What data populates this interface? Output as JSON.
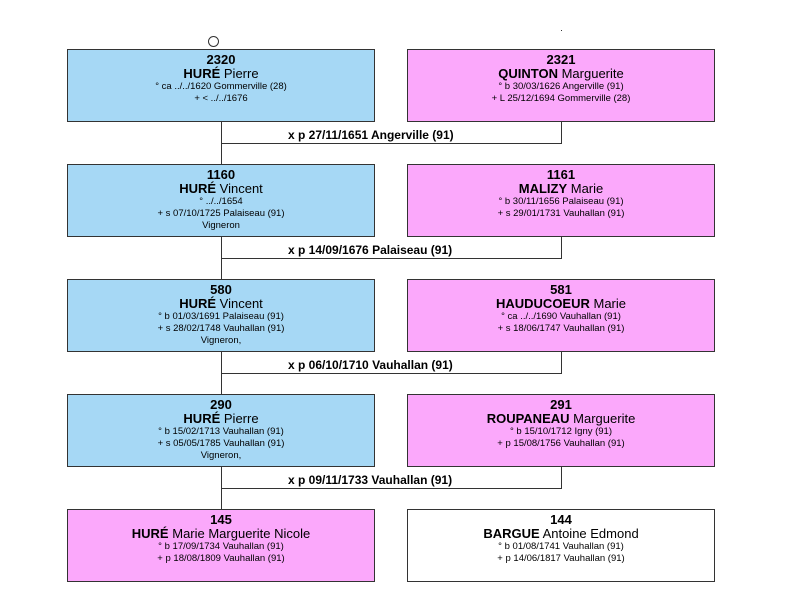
{
  "generations": [
    {
      "left": {
        "number": "2320",
        "surname": "HURÉ",
        "given": "Pierre",
        "lines": [
          "° ca ../../1620 Gommerville (28)",
          "+ < ../../1676"
        ]
      },
      "right": {
        "number": "2321",
        "surname": "QUINTON",
        "given": "Marguerite",
        "lines": [
          "° b 30/03/1626 Angerville (91)",
          "+ L 25/12/1694 Gommerville (28)"
        ]
      },
      "marriage": "x p 27/11/1651 Angerville (91)"
    },
    {
      "left": {
        "number": "1160",
        "surname": "HURÉ",
        "given": "Vincent",
        "lines": [
          "° ../../1654",
          "+ s 07/10/1725 Palaiseau (91)",
          "Vigneron"
        ]
      },
      "right": {
        "number": "1161",
        "surname": "MALIZY",
        "given": "Marie",
        "lines": [
          "° b 30/11/1656 Palaiseau (91)",
          "+ s 29/01/1731 Vauhallan (91)"
        ]
      },
      "marriage": "x p 14/09/1676 Palaiseau (91)"
    },
    {
      "left": {
        "number": "580",
        "surname": "HURÉ",
        "given": "Vincent",
        "lines": [
          "° b 01/03/1691 Palaiseau (91)",
          "+ s 28/02/1748 Vauhallan (91)",
          "Vigneron,"
        ]
      },
      "right": {
        "number": "581",
        "surname": "HAUDUCOEUR",
        "given": "Marie",
        "lines": [
          "° ca ../../1690 Vauhallan (91)",
          "+ s 18/06/1747 Vauhallan (91)"
        ]
      },
      "marriage": "x p 06/10/1710 Vauhallan (91)"
    },
    {
      "left": {
        "number": "290",
        "surname": "HURÉ",
        "given": "Pierre",
        "lines": [
          "° b 15/02/1713 Vauhallan (91)",
          "+ s 05/05/1785 Vauhallan (91)",
          "Vigneron,"
        ]
      },
      "right": {
        "number": "291",
        "surname": "ROUPANEAU",
        "given": "Marguerite",
        "lines": [
          "° b 15/10/1712 Igny (91)",
          "+ p 15/08/1756 Vauhallan (91)"
        ]
      },
      "marriage": "x p 09/11/1733 Vauhallan (91)"
    },
    {
      "left": {
        "number": "145",
        "surname": "HURÉ",
        "given": "Marie Marguerite Nicole",
        "lines": [
          "° b 17/09/1734 Vauhallan (91)",
          "+ p 18/08/1809 Vauhallan (91)"
        ]
      },
      "right": {
        "number": "144",
        "surname": "BARGUE",
        "given": "Antoine Edmond",
        "lines": [
          "° b 01/08/1741 Vauhallan (91)",
          "+ p 14/06/1817 Vauhallan (91)"
        ]
      }
    }
  ]
}
